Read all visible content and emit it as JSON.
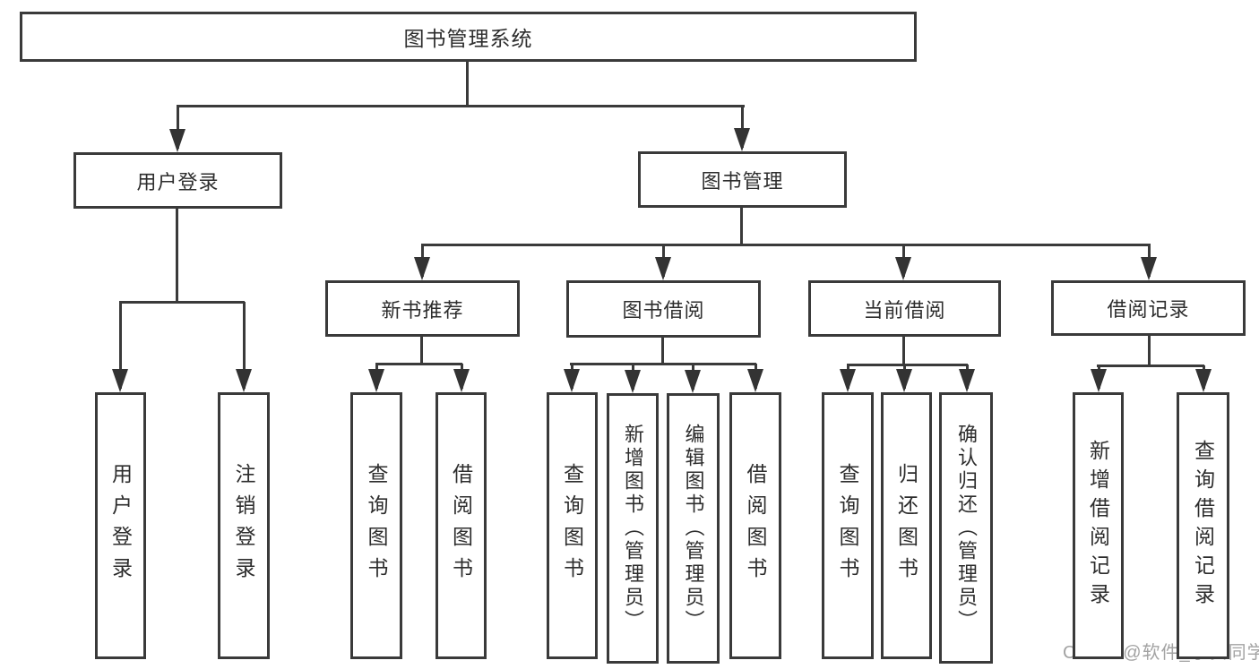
{
  "diagram": {
    "title": "图书管理系统",
    "watermark": "CSDN @软件_小贺同学",
    "colors": {
      "line": "#3a3a3a",
      "text": "#2d2d2d",
      "watermark": "#a3a3a3",
      "background": "#ffffff"
    },
    "nodes": [
      {
        "label": "图书管理系统"
      },
      {
        "label": "用户登录"
      },
      {
        "label": "图书管理"
      },
      {
        "label": "新书推荐"
      },
      {
        "label": "图书借阅"
      },
      {
        "label": "当前借阅"
      },
      {
        "label": "借阅记录"
      },
      {
        "label": "用户登录"
      },
      {
        "label": "注销登录"
      },
      {
        "label": "查询图书"
      },
      {
        "label": "借阅图书"
      },
      {
        "label": "查询图书"
      },
      {
        "label": "新增图书（管理员）"
      },
      {
        "label": "编辑图书（管理员）"
      },
      {
        "label": "借阅图书"
      },
      {
        "label": "查询图书"
      },
      {
        "label": "归还图书"
      },
      {
        "label": "确认归还（管理员）"
      },
      {
        "label": "新增借阅记录"
      },
      {
        "label": "查询借阅记录"
      }
    ],
    "hierarchy": {
      "图书管理系统": [
        "用户登录",
        "图书管理"
      ],
      "用户登录": [
        "用户登录",
        "注销登录"
      ],
      "图书管理": [
        "新书推荐",
        "图书借阅",
        "当前借阅",
        "借阅记录"
      ],
      "新书推荐": [
        "查询图书",
        "借阅图书"
      ],
      "图书借阅": [
        "查询图书",
        "新增图书（管理员）",
        "编辑图书（管理员）",
        "借阅图书"
      ],
      "当前借阅": [
        "查询图书",
        "归还图书",
        "确认归还（管理员）"
      ],
      "借阅记录": [
        "新增借阅记录",
        "查询借阅记录"
      ]
    }
  }
}
